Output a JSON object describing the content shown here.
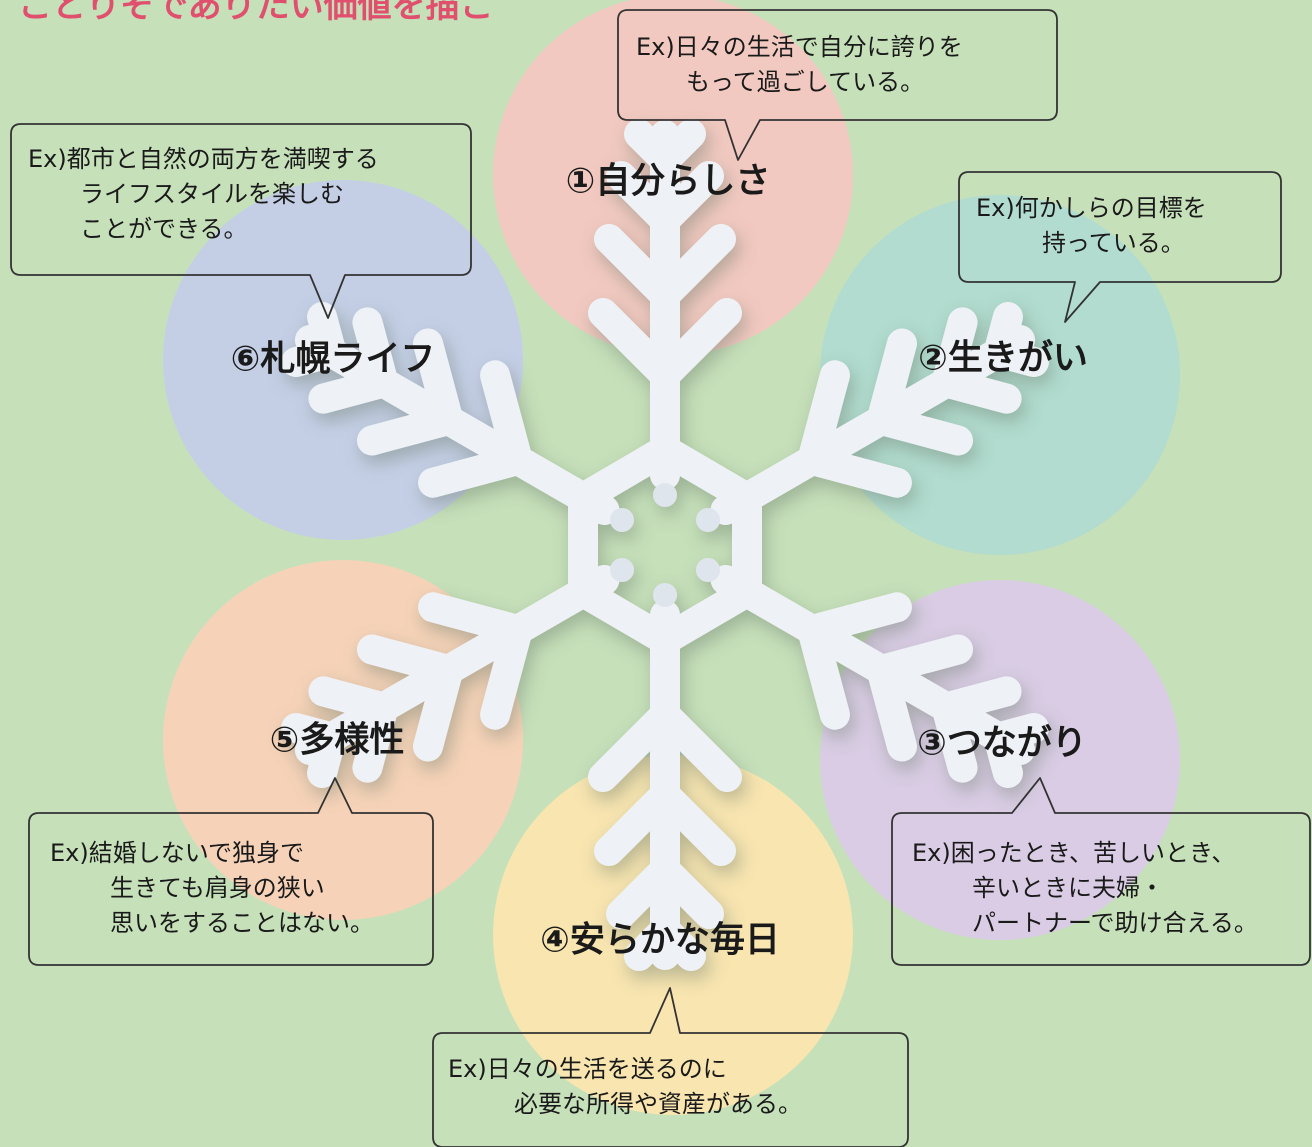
{
  "heading": "ことりそでありたい価値を描こ",
  "colors": {
    "background": "#c6e0ba",
    "circle_1": "#f2c9c0",
    "circle_2": "#b1dccf",
    "circle_3": "#d9cce4",
    "circle_4": "#f8e5b0",
    "circle_5": "#f6d3b8",
    "circle_6": "#c4cfe6",
    "heading": "#e0506e",
    "snowflake": "#eef2f6"
  },
  "values": [
    {
      "label": "①自分らしさ",
      "example_lines": [
        "Ex)日々の生活で自分に誇りを",
        "もって過ごしている。"
      ]
    },
    {
      "label": "②生きがい",
      "example_lines": [
        "Ex)何かしらの目標を",
        "持っている。"
      ]
    },
    {
      "label": "③つながり",
      "example_lines": [
        "Ex)困ったとき、苦しいとき、",
        "辛いときに夫婦・",
        "パートナーで助け合える。"
      ]
    },
    {
      "label": "④安らかな毎日",
      "example_lines": [
        "Ex)日々の生活を送るのに",
        "必要な所得や資産がある。"
      ]
    },
    {
      "label": "⑤多様性",
      "example_lines": [
        "Ex)結婚しないで独身で",
        "生きても肩身の狭い",
        "思いをすることはない。"
      ]
    },
    {
      "label": "⑥札幌ライフ",
      "example_lines": [
        "Ex)都市と自然の両方を満喫する",
        "ライフスタイルを楽しむ",
        "ことができる。"
      ]
    }
  ],
  "icons": {
    "center": "snowflake-icon"
  }
}
